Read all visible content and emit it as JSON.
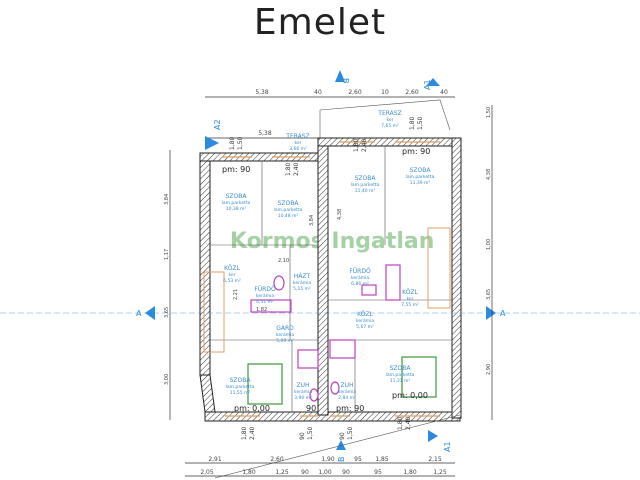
{
  "title": "Emelet",
  "watermark": "Kormos Ingatlan",
  "colors": {
    "section_marker": "#2b8be0",
    "room_text": "#3a8fd0",
    "fixture": "#c040c0",
    "furniture": "#3a9a3a",
    "window": "#e0a060"
  },
  "rooms": [
    {
      "name": "SZOBA",
      "floor": "lam.parketta",
      "area": "10,38 m²"
    },
    {
      "name": "SZOBA",
      "floor": "lam.parketta",
      "area": "10,48 m²"
    },
    {
      "name": "SZOBA",
      "floor": "lam.parketta",
      "area": "11,40 m²"
    },
    {
      "name": "SZOBA",
      "floor": "lam.parketta",
      "area": "11,39 m²"
    },
    {
      "name": "TERASZ",
      "floor": "ker",
      "area": "7,65 m²"
    },
    {
      "name": "TERASZ",
      "floor": "ker",
      "area": "3,66 m²"
    },
    {
      "name": "KÖZL",
      "floor": "ker",
      "area": "6,53 m²"
    },
    {
      "name": "FÜRDŐ",
      "floor": "kerámia",
      "area": "4,51 m²"
    },
    {
      "name": "HÁZT",
      "floor": "kerámia",
      "area": "5,15 m²"
    },
    {
      "name": "FÜRDŐ",
      "floor": "kerámia",
      "area": "6,86 m²"
    },
    {
      "name": "KÖZL",
      "floor": "ker",
      "area": "7,55 m²"
    },
    {
      "name": "KÖZL",
      "floor": "kerámia",
      "area": "5,67 m²"
    },
    {
      "name": "GARD",
      "floor": "kerámia",
      "area": "5,09 m²"
    },
    {
      "name": "SZOBA",
      "floor": "lam.parketta",
      "area": "11,55 m²"
    },
    {
      "name": "ZUH",
      "floor": "kerámia",
      "area": "3,90 m²"
    },
    {
      "name": "ZUH",
      "floor": "kerámia",
      "area": "2,84 m²"
    },
    {
      "name": "SZOBA",
      "floor": "lam.parketta",
      "area": "11,31 m²"
    }
  ],
  "levels": [
    "pm: 90",
    "pm: 90",
    "pm: 0,00",
    "pm: 90",
    "pm: 0,00",
    "90"
  ],
  "sections": {
    "a2": "A2",
    "b_top": "B",
    "a1_top": "A1",
    "a_left": "A",
    "a_right": "A",
    "b_bottom": "B",
    "a1_bottom": "A1"
  },
  "dimensions": {
    "top": [
      "5,38",
      "40",
      "2,60",
      "10",
      "2,60",
      "40"
    ],
    "terrace": "5,38",
    "windows": [
      "1,80",
      "1,50",
      "1,80",
      "2,40",
      "1,80",
      "2,40",
      "1,80",
      "1,50"
    ],
    "bottom_windows": [
      "1,80",
      "2,40",
      "90",
      "1,50",
      "90",
      "1,50",
      "1,80",
      "2,40"
    ],
    "bottom_row1": [
      "2,91",
      "2,60",
      "1,90",
      "95",
      "1,85",
      "2,15"
    ],
    "bottom_row2": [
      "2,05",
      "1,80",
      "1,25",
      "90",
      "1,00",
      "90",
      "95",
      "1,80",
      "1,25"
    ],
    "left": [
      "3,84",
      "1,17",
      "3,65",
      "3,00"
    ],
    "right": [
      "1,50",
      "4,38",
      "1,00",
      "3,65",
      "2,90"
    ],
    "inner": [
      "4,38",
      "3,84",
      "2,21",
      "1,82",
      "2,10"
    ]
  }
}
